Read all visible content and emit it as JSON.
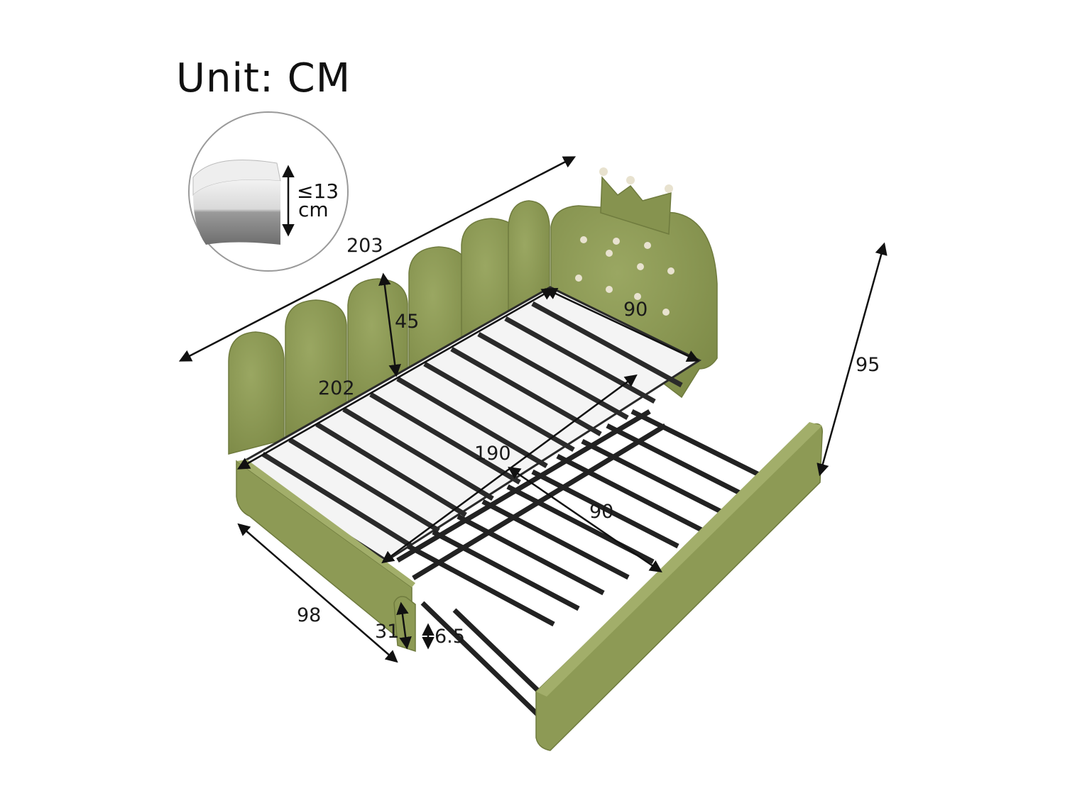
{
  "title": "Unit: CM",
  "mattress_inset": {
    "thickness_line1": "≤13",
    "thickness_line2": "cm"
  },
  "dimensions": {
    "overall_length": "203",
    "headboard_panel_height": "45",
    "inner_length_upper": "202",
    "headboard_width": "90",
    "overall_height": "95",
    "trundle_length": "190",
    "trundle_width": "90",
    "trundle_side_length": "98",
    "trundle_height": "31",
    "trundle_clearance": "6.5"
  },
  "colors": {
    "upholstery": "#8d9a55",
    "upholstery_dark": "#6f7b3e",
    "metal": "#2a2a2a",
    "button": "#e8e2cf",
    "line": "#111111"
  }
}
